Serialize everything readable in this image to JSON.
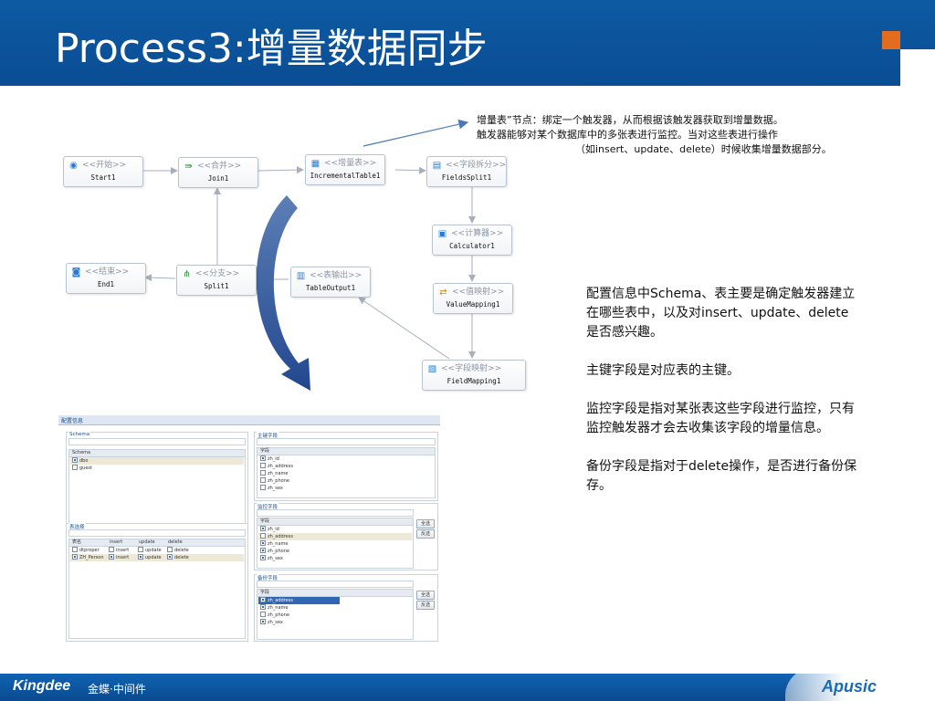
{
  "slide": {
    "title": "Process3:增量数据同步"
  },
  "note_top": [
    "增量表”节点：绑定一个触发器，从而根据该触发器获取到增量数据。",
    "触发器能够对某个数据库中的多张表进行监控。当对这些表进行操作",
    "（如insert、update、delete）时候收集增量数据部分。"
  ],
  "right_text": [
    "配置信息中Schema、表主要是确定触发器建立在哪些表中，以及对insert、update、delete是否感兴趣。",
    "主键字段是对应表的主键。",
    "监控字段是指对某张表这些字段进行监控，只有监控触发器才会去收集该字段的增量信息。",
    "备份字段是指对于delete操作，是否进行备份保存。"
  ],
  "flow": {
    "nodes": [
      {
        "id": "start",
        "type_label": "<<开始>>",
        "name": "Start1",
        "icon": "start-icon"
      },
      {
        "id": "join",
        "type_label": "<<合并>>",
        "name": "Join1",
        "icon": "merge-icon"
      },
      {
        "id": "inc",
        "type_label": "<<增量表>>",
        "name": "IncrementalTable1",
        "icon": "incremental-table-icon"
      },
      {
        "id": "fsplit",
        "type_label": "<<字段拆分>>",
        "name": "FieldsSplit1",
        "icon": "fields-split-icon"
      },
      {
        "id": "calc",
        "type_label": "<<计算器>>",
        "name": "Calculator1",
        "icon": "calculator-icon"
      },
      {
        "id": "end",
        "type_label": "<<结束>>",
        "name": "End1",
        "icon": "end-icon"
      },
      {
        "id": "split",
        "type_label": "<<分支>>",
        "name": "Split1",
        "icon": "branch-icon"
      },
      {
        "id": "tout",
        "type_label": "<<表输出>>",
        "name": "TableOutput1",
        "icon": "table-output-icon"
      },
      {
        "id": "vmap",
        "type_label": "<<值映射>>",
        "name": "ValueMapping1",
        "icon": "value-mapping-icon"
      },
      {
        "id": "fmap",
        "type_label": "<<字段映射>>",
        "name": "FieldMapping1",
        "icon": "field-mapping-icon"
      }
    ]
  },
  "config": {
    "title": "配置信息",
    "schema": {
      "group_label": "Schema",
      "header": "Schema",
      "rows": [
        {
          "name": "dbo",
          "checked": true
        },
        {
          "name": "guest",
          "checked": false
        }
      ]
    },
    "table_select": {
      "group_label": "表选择",
      "headers": [
        "表名",
        "insert",
        "update",
        "delete"
      ],
      "rows": [
        {
          "name": "dtproper",
          "checked": false,
          "insert": "insert",
          "update": "update",
          "delete": "delete",
          "insert_on": false,
          "update_on": false,
          "delete_on": false
        },
        {
          "name": "ZH_Person",
          "checked": true,
          "insert": "insert",
          "update": "update",
          "delete": "delete",
          "insert_on": true,
          "update_on": true,
          "delete_on": true
        }
      ]
    },
    "primary": {
      "group_label": "主键字段",
      "header": "字段",
      "rows": [
        {
          "name": "zh_id",
          "checked": true
        },
        {
          "name": "zh_address",
          "checked": false
        },
        {
          "name": "zh_name",
          "checked": false
        },
        {
          "name": "zh_phone",
          "checked": false
        },
        {
          "name": "zh_sex",
          "checked": false
        }
      ]
    },
    "monitor": {
      "group_label": "监控字段",
      "header": "字段",
      "rows": [
        {
          "name": "zh_id",
          "checked": true
        },
        {
          "name": "zh_address",
          "checked": false
        },
        {
          "name": "zh_name",
          "checked": true
        },
        {
          "name": "zh_phone",
          "checked": true
        },
        {
          "name": "zh_sex",
          "checked": true
        }
      ],
      "select_all": "全选",
      "invert": "反选"
    },
    "backup": {
      "group_label": "备份字段",
      "header": "字段",
      "rows": [
        {
          "name": "zh_address",
          "checked": true
        },
        {
          "name": "zh_name",
          "checked": true
        },
        {
          "name": "zh_phone",
          "checked": false
        },
        {
          "name": "zh_sex",
          "checked": true
        }
      ],
      "select_all": "全选",
      "invert": "反选"
    }
  },
  "footer": {
    "brand": "Kingdee",
    "brand_sub": "金蝶·中间件",
    "product": "Apusic"
  },
  "colors": {
    "header_bg": "#0d5aa3",
    "accent_orange": "#e46c1f",
    "arrow_blue": "#2a4f96"
  }
}
